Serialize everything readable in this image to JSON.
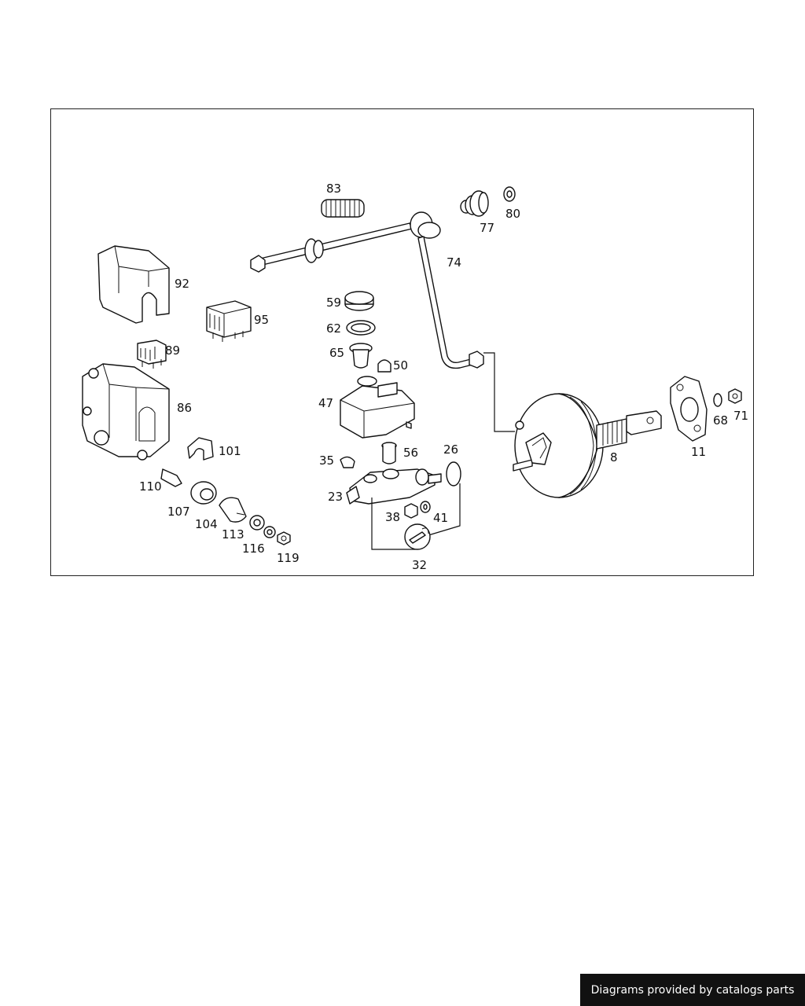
{
  "callouts": [
    {
      "id": "83",
      "label": "83"
    },
    {
      "id": "77",
      "label": "77"
    },
    {
      "id": "80",
      "label": "80"
    },
    {
      "id": "74",
      "label": "74"
    },
    {
      "id": "92",
      "label": "92"
    },
    {
      "id": "95",
      "label": "95"
    },
    {
      "id": "59",
      "label": "59"
    },
    {
      "id": "62",
      "label": "62"
    },
    {
      "id": "65",
      "label": "65"
    },
    {
      "id": "50",
      "label": "50"
    },
    {
      "id": "89",
      "label": "89"
    },
    {
      "id": "86",
      "label": "86"
    },
    {
      "id": "47",
      "label": "47"
    },
    {
      "id": "101",
      "label": "101"
    },
    {
      "id": "56",
      "label": "56"
    },
    {
      "id": "26",
      "label": "26"
    },
    {
      "id": "35",
      "label": "35"
    },
    {
      "id": "110",
      "label": "110"
    },
    {
      "id": "23",
      "label": "23"
    },
    {
      "id": "107",
      "label": "107"
    },
    {
      "id": "38",
      "label": "38"
    },
    {
      "id": "41",
      "label": "41"
    },
    {
      "id": "104",
      "label": "104"
    },
    {
      "id": "113",
      "label": "113"
    },
    {
      "id": "116",
      "label": "116"
    },
    {
      "id": "119",
      "label": "119"
    },
    {
      "id": "32",
      "label": "32"
    },
    {
      "id": "8",
      "label": "8"
    },
    {
      "id": "11",
      "label": "11"
    },
    {
      "id": "68",
      "label": "68"
    },
    {
      "id": "71",
      "label": "71"
    }
  ],
  "footer": {
    "text": "Diagrams provided by catalogs parts"
  }
}
